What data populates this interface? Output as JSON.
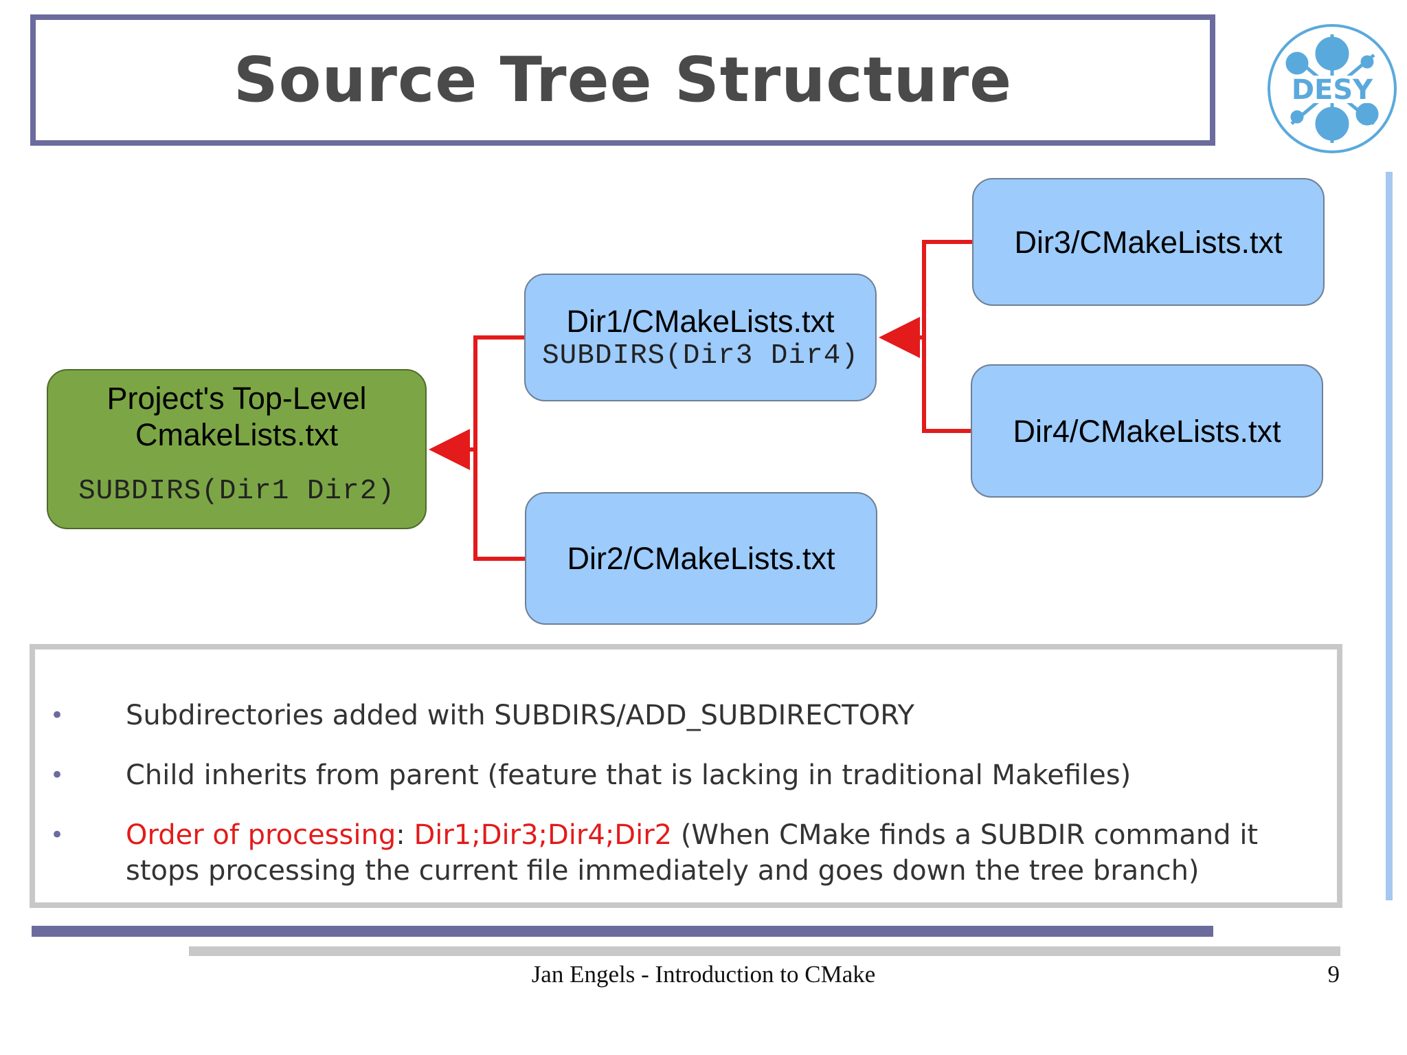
{
  "slide": {
    "title": "Source Tree Structure",
    "logo_text": "DESY"
  },
  "colors": {
    "title_border": "#6b6b9e",
    "box_blue": "#9ccbfc",
    "box_green": "#7ca645",
    "arrow_red": "#e31b1b",
    "bullet_frame": "#c8c8c8"
  },
  "diagram": {
    "top_level": {
      "title_line1": "Project's Top-Level",
      "title_line2": "CmakeLists.txt",
      "code": "SUBDIRS(Dir1 Dir2)"
    },
    "dir1": {
      "title": "Dir1/CMakeLists.txt",
      "code": "SUBDIRS(Dir3 Dir4)"
    },
    "dir2": {
      "title": "Dir2/CMakeLists.txt"
    },
    "dir3": {
      "title": "Dir3/CMakeLists.txt"
    },
    "dir4": {
      "title": "Dir4/CMakeLists.txt"
    }
  },
  "bullets": [
    {
      "text": "Subdirectories added with SUBDIRS/ADD_SUBDIRECTORY"
    },
    {
      "text": "Child inherits from parent (feature that is lacking in traditional Makefiles)"
    },
    {
      "red_label": "Order of processing",
      "sep": ": ",
      "red_order": "Dir1;Dir3;Dir4;Dir2",
      "rest_line1": " (When CMake finds a SUBDIR command it",
      "rest_line2": "stops processing the current file immediately and goes down the tree branch)"
    }
  ],
  "footer": {
    "text": "Jan Engels - Introduction to CMake",
    "page_number": "9"
  }
}
